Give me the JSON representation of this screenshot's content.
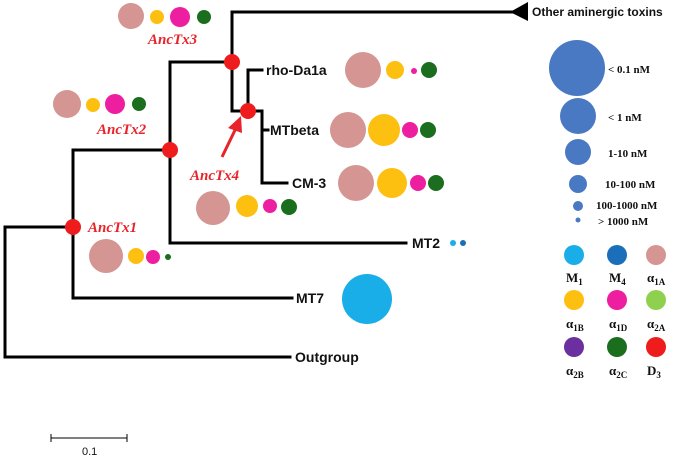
{
  "tree": {
    "tips": {
      "other": "Other aminergic toxins",
      "rho": "rho-Da1a",
      "mtbeta": "MTbeta",
      "cm3": "CM-3",
      "mt2": "MT2",
      "mt7": "MT7",
      "outgroup": "Outgroup"
    },
    "ancestors": {
      "tx1": "AncTx1",
      "tx2": "AncTx2",
      "tx3": "AncTx3",
      "tx4": "AncTx4"
    }
  },
  "legend": {
    "sizes": [
      "< 0.1 nM",
      "< 1 nM",
      "1-10 nM",
      "10-100 nM",
      "100-1000 nM",
      "> 1000 nM"
    ],
    "receptors": [
      {
        "base": "M",
        "sub": "1",
        "color": "#1aaee8"
      },
      {
        "base": "M",
        "sub": "4",
        "color": "#1b6fba"
      },
      {
        "base": "α",
        "sub": "1A",
        "color": "#d49593"
      },
      {
        "base": "α",
        "sub": "1B",
        "color": "#fdbf10"
      },
      {
        "base": "α",
        "sub": "1D",
        "color": "#ee1ea0"
      },
      {
        "base": "α",
        "sub": "2A",
        "color": "#8fd14f"
      },
      {
        "base": "α",
        "sub": "2B",
        "color": "#6b2fa0"
      },
      {
        "base": "α",
        "sub": "2C",
        "color": "#1b6e1e"
      },
      {
        "base": "D",
        "sub": "3",
        "color": "#ee1c1c"
      }
    ],
    "size_color": "#4a79c4"
  },
  "scale_bar": "0.1",
  "colors": {
    "node": "#ee1c1c",
    "ancestor_label": "#e8232a",
    "branch": "#000000"
  }
}
